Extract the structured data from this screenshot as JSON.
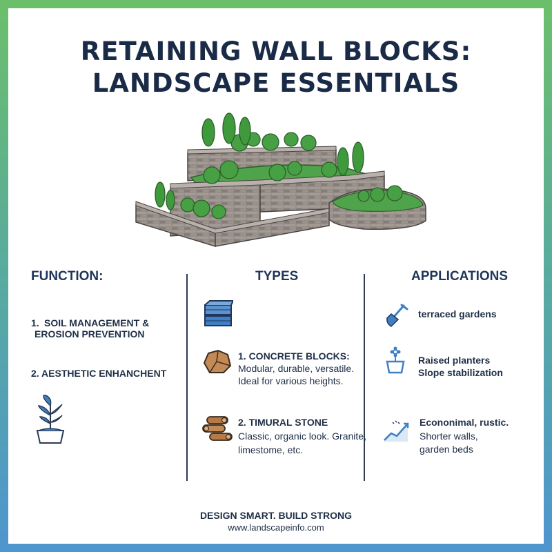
{
  "title": {
    "line1": "RETAINING WALL BLOCKS:",
    "line2": "LANDSCAPE ESSENTIALS"
  },
  "hero": {
    "icon": "retaining-wall-illustration"
  },
  "function": {
    "heading": "FUNCTION:",
    "item1_number": "1.",
    "item1_line1": "SOIL MANAGEMENT &",
    "item1_line2": "EROSION PREVENTION",
    "item2": "2. AESTHETIC ENHANCHENT",
    "icon": "potted-plant-icon"
  },
  "types": {
    "heading": "TYPES",
    "top_icon": "stacked-blocks-icon",
    "item1_title": "1. CONCRETE BLOCKS:",
    "item1_desc1": "Modular, durable, versatile.",
    "item1_desc2": "Ideal for various heights.",
    "item1_icon": "stone-icon",
    "item2_title": "2. TIMURAL STONE",
    "item2_desc1": "Classic, organic look. Granite,",
    "item2_desc2": "limestome, etc.",
    "item2_icon": "timber-logs-icon"
  },
  "applications": {
    "heading": "APPLICATIONS",
    "item1": "terraced gardens",
    "item1_icon": "shovel-icon",
    "item2_line1": "Raised planters",
    "item2_line2": "Slope stabilization",
    "item2_icon": "flower-pot-icon",
    "item3_title": "Econonimal, rustic.",
    "item3_desc1": "Shorter walls,",
    "item3_desc2": "garden beds",
    "item3_icon": "slope-chart-icon"
  },
  "footer": {
    "tagline": "DESIGN SMART. BUILD STRONG",
    "url": "www.landscapeinfo.com"
  },
  "colors": {
    "navy": "#1f3559",
    "blue_icon": "#3f7fc4",
    "green": "#3f9a3c",
    "brick": "#8c8581",
    "border_top": "#6cbf6a",
    "border_bottom": "#4f95cf"
  }
}
